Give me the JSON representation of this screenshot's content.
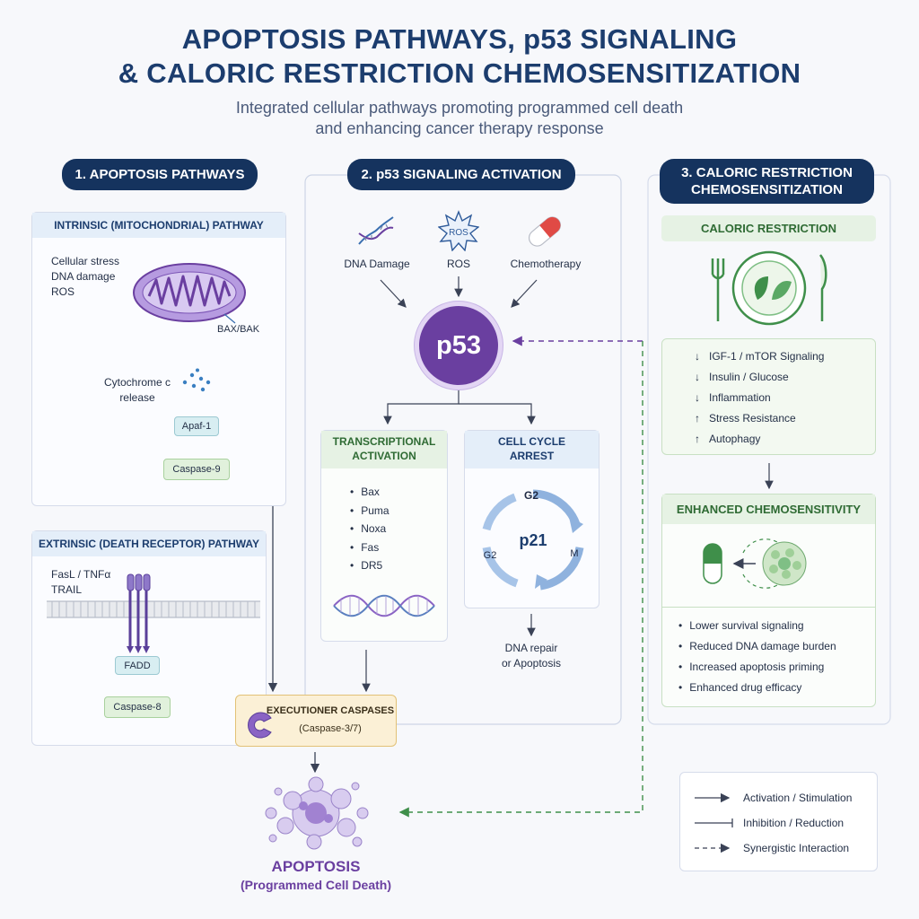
{
  "title": {
    "line1": "APOPTOSIS PATHWAYS, p53 SIGNALING",
    "line2": "& CALORIC RESTRICTION CHEMOSENSITIZATION"
  },
  "subtitle": {
    "line1": "Integrated cellular pathways promoting programmed cell death",
    "line2": "and enhancing cancer therapy response"
  },
  "section1": {
    "heading": "1. APOPTOSIS PATHWAYS",
    "intrinsic": {
      "heading": "INTRINSIC (MITOCHONDRIAL) PATHWAY",
      "triggers": [
        "Cellular stress",
        "DNA damage",
        "ROS"
      ],
      "bax_label": "BAX/BAK",
      "cytc_line1": "Cytochrome c",
      "cytc_line2": "release",
      "apaf": "Apaf-1",
      "caspase9": "Caspase-9"
    },
    "extrinsic": {
      "heading": "EXTRINSIC (DEATH RECEPTOR) PATHWAY",
      "ligands_line1": "FasL / TNFα",
      "ligands_line2": "TRAIL",
      "fadd": "FADD",
      "caspase8": "Caspase-8"
    },
    "executioner": {
      "title": "EXECUTIONER CASPASES",
      "subtitle": "(Caspase-3/7)"
    },
    "apoptosis": {
      "title": "APOPTOSIS",
      "subtitle": "(Programmed Cell Death)"
    }
  },
  "section2": {
    "heading": "2. p53 SIGNALING ACTIVATION",
    "inputs": [
      "DNA Damage",
      "ROS",
      "Chemotherapy"
    ],
    "ros_icon_label": "ROS",
    "p53_label": "p53",
    "transcriptional": {
      "heading_line1": "TRANSCRIPTIONAL",
      "heading_line2": "ACTIVATION",
      "genes": [
        "Bax",
        "Puma",
        "Noxa",
        "Fas",
        "DR5"
      ]
    },
    "cell_cycle": {
      "heading_line1": "CELL CYCLE",
      "heading_line2": "ARREST",
      "center": "p21",
      "g2_top": "G2",
      "g2_left": "G2",
      "m": "M",
      "outcome_line1": "DNA repair",
      "outcome_line2": "or Apoptosis"
    }
  },
  "section3": {
    "heading_line1": "3. CALORIC RESTRICTION",
    "heading_line2": "CHEMOSENSITIZATION",
    "cr_label": "CALORIC RESTRICTION",
    "effects": [
      {
        "dir": "↓",
        "text": "IGF-1 / mTOR Signaling"
      },
      {
        "dir": "↓",
        "text": "Insulin / Glucose"
      },
      {
        "dir": "↓",
        "text": "Inflammation"
      },
      {
        "dir": "↑",
        "text": "Stress Resistance"
      },
      {
        "dir": "↑",
        "text": "Autophagy"
      }
    ],
    "enhanced_heading": "ENHANCED CHEMOSENSITIVITY",
    "outcomes": [
      "Lower survival signaling",
      "Reduced DNA damage burden",
      "Increased apoptosis priming",
      "Enhanced drug efficacy"
    ]
  },
  "legend": {
    "activation": "Activation / Stimulation",
    "inhibition": "Inhibition / Reduction",
    "synergy": "Synergistic Interaction"
  },
  "colors": {
    "navy": "#15335e",
    "purple": "#6a3fa0",
    "green": "#3f8f4a",
    "teal": "#d8eef2"
  }
}
